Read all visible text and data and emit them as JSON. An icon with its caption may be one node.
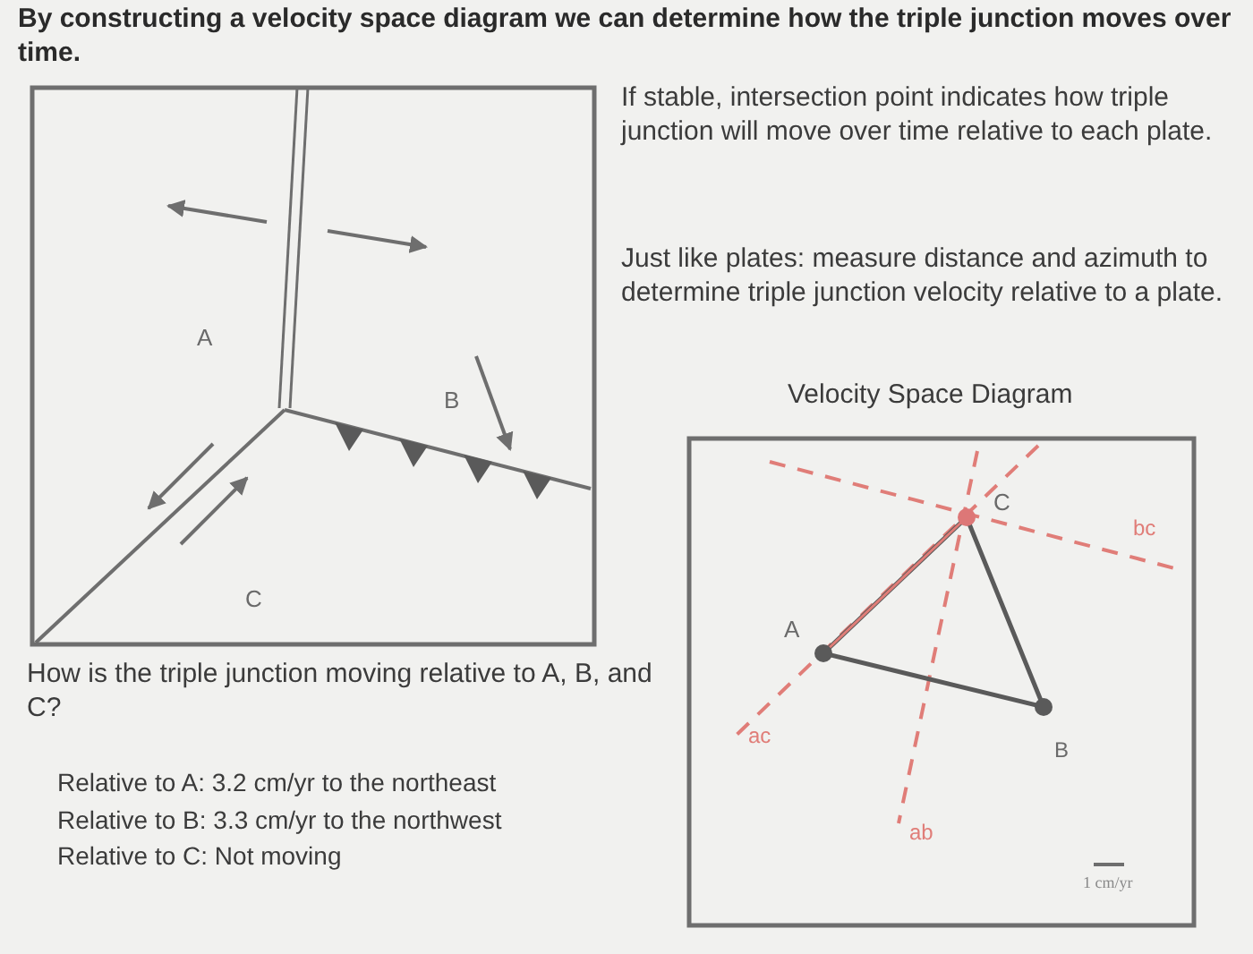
{
  "diagram": {
    "title": "By constructing a velocity space diagram we can determine how the triple junction moves over time.",
    "labels": [
      "If stable, intersection point indicates how triple junction will move over time relative to each plate.",
      "Just like plates: measure distance and azimuth to determine triple junction velocity relative to a plate.",
      "A",
      "Velocity Space Diagram",
      "B",
      "C",
      "bc",
      "C",
      "A",
      "How is the triple junction moving relative to A, B, and C?",
      "ac",
      "B",
      "Relative to A: 3.2 cm/yr to the northeast",
      "Relative to B: 3.3 cm/yr to the northwest",
      "ab",
      "Relative to C: Not moving",
      "1 cm/yr"
    ]
  }
}
